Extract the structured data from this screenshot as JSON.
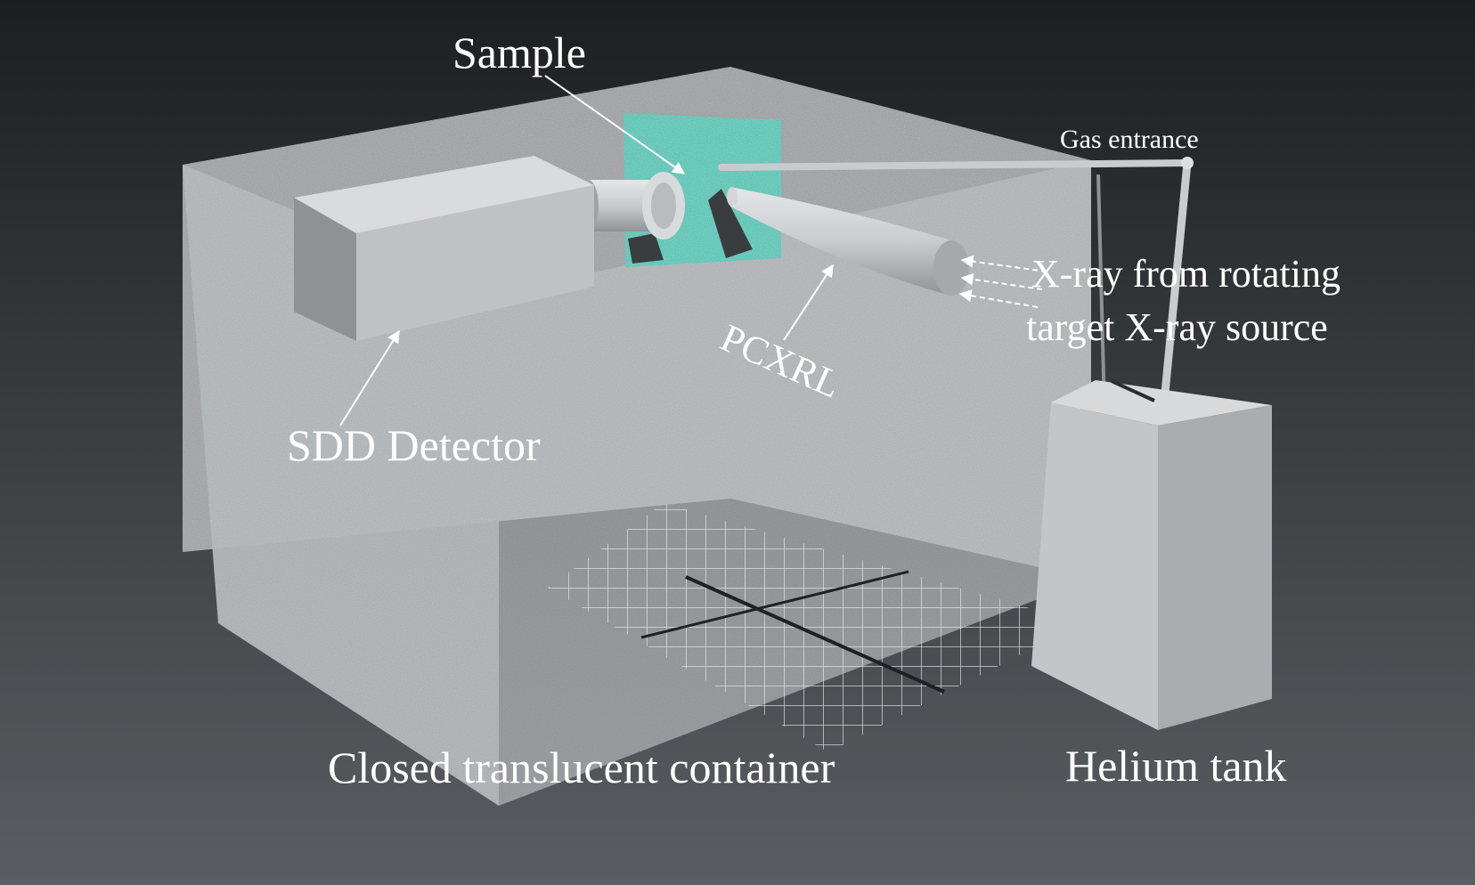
{
  "labels": {
    "sample": "Sample",
    "gas_entrance": "Gas entrance",
    "xray_line1": "X-ray from rotating",
    "xray_line2": "target X-ray source",
    "pcxrl": "PCXRL",
    "sdd_detector": "SDD Detector",
    "container": "Closed translucent container",
    "helium_tank": "Helium tank"
  },
  "colors": {
    "background_top": "#1c1f21",
    "background_bottom": "#5a5e62",
    "container": "#a9adb0",
    "sample_plate": "#2fbfae",
    "equipment": "#c7cacd",
    "label_text": "#ffffff"
  }
}
